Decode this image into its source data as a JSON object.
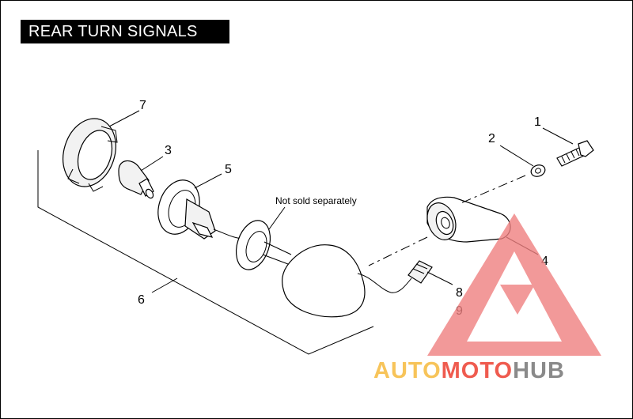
{
  "title": "REAR TURN SIGNALS",
  "note": "Not sold separately",
  "callouts": {
    "c1": "1",
    "c2": "2",
    "c3": "3",
    "c4": "4",
    "c5": "5",
    "c6": "6",
    "c7": "7",
    "c8": "8",
    "c9": "9"
  },
  "watermark": {
    "part1": "AUTO",
    "part2": "MOTO",
    "part3": "HUB",
    "color_auto": "#f7c45a",
    "color_moto": "#ef5b4f",
    "color_hub": "#8a8a8a",
    "color_logo": "#ef8080"
  }
}
